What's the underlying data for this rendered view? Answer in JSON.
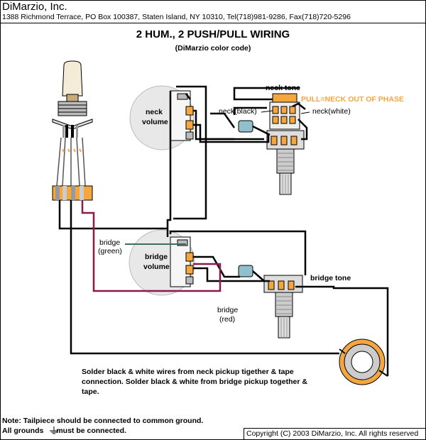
{
  "header": {
    "company": "DiMarzio, Inc.",
    "address": "1388 Richmond Terrace, PO Box 100387, Staten Island, NY 10310, Tel(718)981-9286, Fax(718)720-5296"
  },
  "title": "2 HUM., 2 PUSH/PULL WIRING",
  "subtitle": "(DiMarzio color code)",
  "labels": {
    "neck_tone": "neck tone",
    "pull_note": "PULL=NECK OUT OF PHASE",
    "neck_black": "neck(black)",
    "neck_white": "neck(white)",
    "neck_volume_1": "neck",
    "neck_volume_2": "volume",
    "bridge_green_1": "bridge",
    "bridge_green_2": "(green)",
    "bridge_volume_1": "bridge",
    "bridge_volume_2": "volume",
    "bridge_tone": "bridge tone",
    "bridge_red_1": "bridge",
    "bridge_red_2": "(red)"
  },
  "instructions": "Solder black & white wires from neck pickup tigether & tape connection. Solder black & white from bridge pickup together & tape.",
  "footnote_1": "Note: Tailpiece should be connected to common ground.",
  "footnote_2a": "All grounds",
  "footnote_2b": "must be connected.",
  "copyright": "Copyright (C) 2003 DiMarzio, Inc. All rights reserved",
  "colors": {
    "wire": "#000000",
    "orange": "#f4a640",
    "maroon": "#8b1a4a",
    "cap": "#8fc0cc",
    "pot": "#e8e8e8"
  }
}
